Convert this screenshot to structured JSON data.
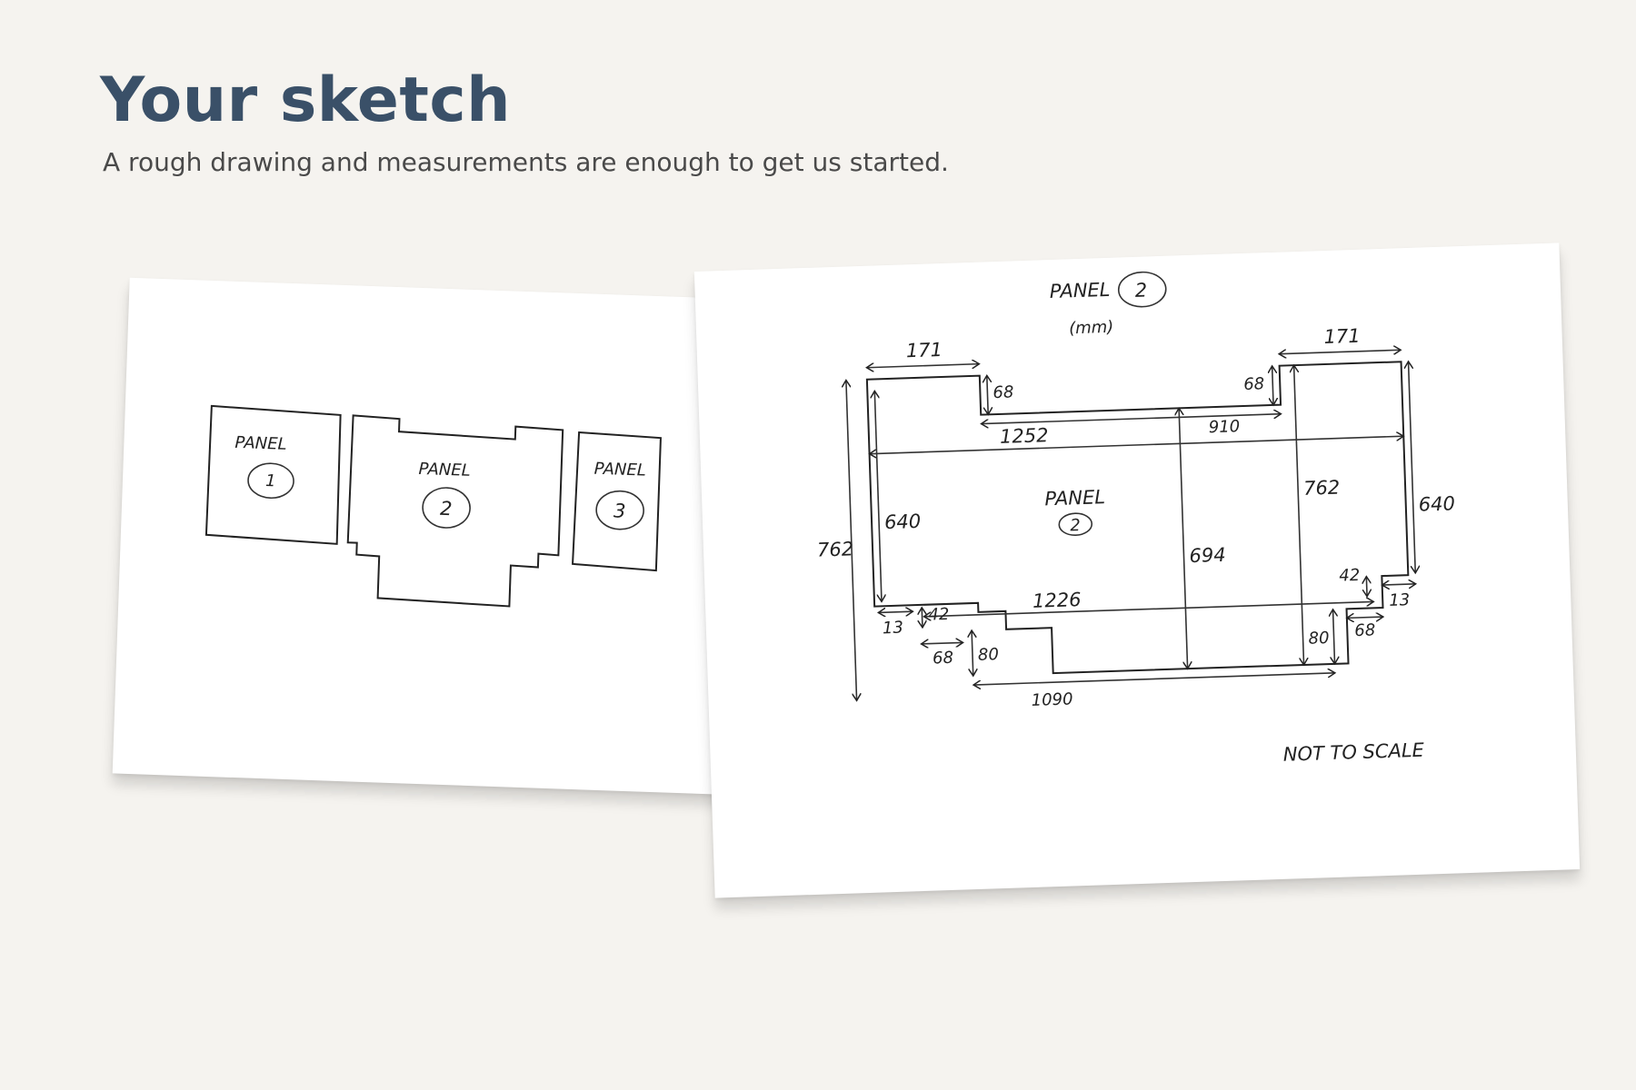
{
  "header": {
    "title": "Your sketch",
    "subtitle": "A rough drawing and measurements are enough to get us started."
  },
  "overview_sheet": {
    "panels": [
      {
        "label": "PANEL",
        "number": "1"
      },
      {
        "label": "PANEL",
        "number": "2"
      },
      {
        "label": "PANEL",
        "number": "3"
      }
    ]
  },
  "detail_sheet": {
    "heading": "PANEL",
    "heading_number": "2",
    "units": "(mm)",
    "center_label": "PANEL",
    "center_number": "2",
    "note": "NOT TO SCALE",
    "dimensions": {
      "top_left_width": "171",
      "top_left_step": "68",
      "top_right_step": "68",
      "top_right_width": "171",
      "top_middle": "910",
      "full_width": "1252",
      "overall_height_left": "762",
      "left_side": "640",
      "right_side": "640",
      "inner_height_right": "762",
      "middle_height": "694",
      "left_notch": "13",
      "left_small_step": "42",
      "lower_width": "1226",
      "right_small_step": "42",
      "right_notch": "13",
      "left_foot_step": "68",
      "left_foot_height": "80",
      "right_foot_height": "80",
      "right_foot_step": "68",
      "bottom_width": "1090"
    }
  }
}
